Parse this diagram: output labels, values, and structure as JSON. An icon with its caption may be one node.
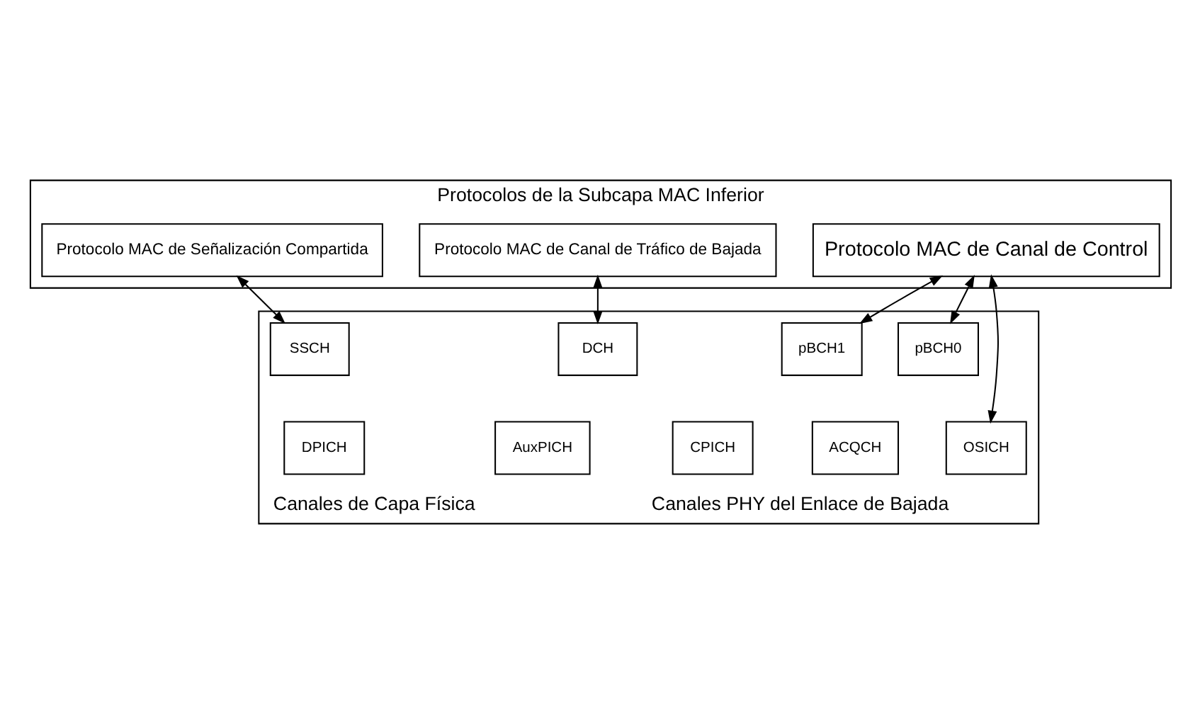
{
  "diagram": {
    "nodes": [
      {
        "text": [
          "Protocolos de la Subcapa MAC Inferior"
        ]
      },
      {
        "text": [
          "Protocolo MAC de Canal de Control"
        ],
        "in": 0
      },
      {
        "text": [
          "Protocolo MAC de Canal de Tráfico de Bajada"
        ],
        "in": 0
      },
      {
        "text": [
          "Protocolo MAC de Señalización Compartida"
        ],
        "in": 0
      },
      {
        "text": [
          "Canales de Capa Física",
          "Canales PHY del Enlace de Bajada"
        ]
      },
      {
        "text": [
          "pBCH0"
        ],
        "in": 4
      },
      {
        "text": [
          "pBCH1"
        ],
        "in": 4
      },
      {
        "text": [
          "DCH"
        ],
        "in": 4
      },
      {
        "text": [
          "SSCH"
        ],
        "in": 4
      },
      {
        "text": [
          "OSICH"
        ],
        "in": 4
      },
      {
        "text": [
          "ACQCH"
        ],
        "in": 4
      },
      {
        "text": [
          "CPICH"
        ],
        "in": 4
      },
      {
        "text": [
          "AuxPICH"
        ],
        "in": 4
      },
      {
        "text": [
          "DPICH"
        ],
        "in": 4
      }
    ],
    "edges": [
      {
        "from": 1,
        "to": 5,
        "arrow": "both"
      },
      {
        "from": 1,
        "to": 9,
        "arrow": "both"
      },
      {
        "from": 1,
        "to": 6,
        "arrow": "both"
      },
      {
        "from": 2,
        "to": 7,
        "arrow": "both"
      },
      {
        "from": 3,
        "to": 8,
        "arrow": "both"
      }
    ]
  }
}
